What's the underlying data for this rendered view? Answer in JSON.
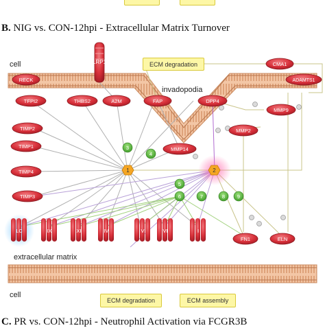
{
  "top_boxes": [
    "",
    ""
  ],
  "panel_b": {
    "letter": "B.",
    "title": "NIG vs. CON-12hpi - Extracellular Matrix Turnover"
  },
  "regions": {
    "cell_top": "cell",
    "invadopodia": "invadopodia",
    "extracellular": "extracellular matrix",
    "cell_bottom": "cell"
  },
  "boxes": {
    "ecm_degradation_top": "ECM degradation",
    "ecm_degradation_bottom": "ECM degradation",
    "ecm_assembly_bottom": "ECM assembly"
  },
  "genes": {
    "lrp1": "LRP1",
    "reck": "RECK",
    "tfpi2": "TFPI2",
    "thbs2": "THBS2",
    "a2m": "A2M",
    "fap": "FAP",
    "dpp4": "DPP4",
    "cma1": "CMA1",
    "adamts1": "ADAMTS1",
    "mmp9": "MMP9",
    "mmp14": "MMP14",
    "mmp2": "MMP2",
    "timp2": "TIMP2",
    "timp1": "TIMP1",
    "timp4": "TIMP4",
    "timp3": "TIMP3",
    "fn1": "FN1",
    "eln": "ELN"
  },
  "collagens": [
    "LC",
    "IX",
    "XI",
    "IV",
    "V",
    "VI",
    "I"
  ],
  "hubs": [
    "1",
    "2"
  ],
  "green_nodes": [
    "3",
    "4",
    "5",
    "6",
    "7",
    "8",
    "9"
  ],
  "panel_c": {
    "letter": "C.",
    "title": "PR vs. CON-12hpi - Neutrophil Activation via FCGR3B"
  },
  "colors": {
    "gene_fill": "#d8303a",
    "membrane": "#e8a27a",
    "hub": "#f5a623",
    "green": "#5cb83a",
    "box": "#fdf7a6"
  }
}
